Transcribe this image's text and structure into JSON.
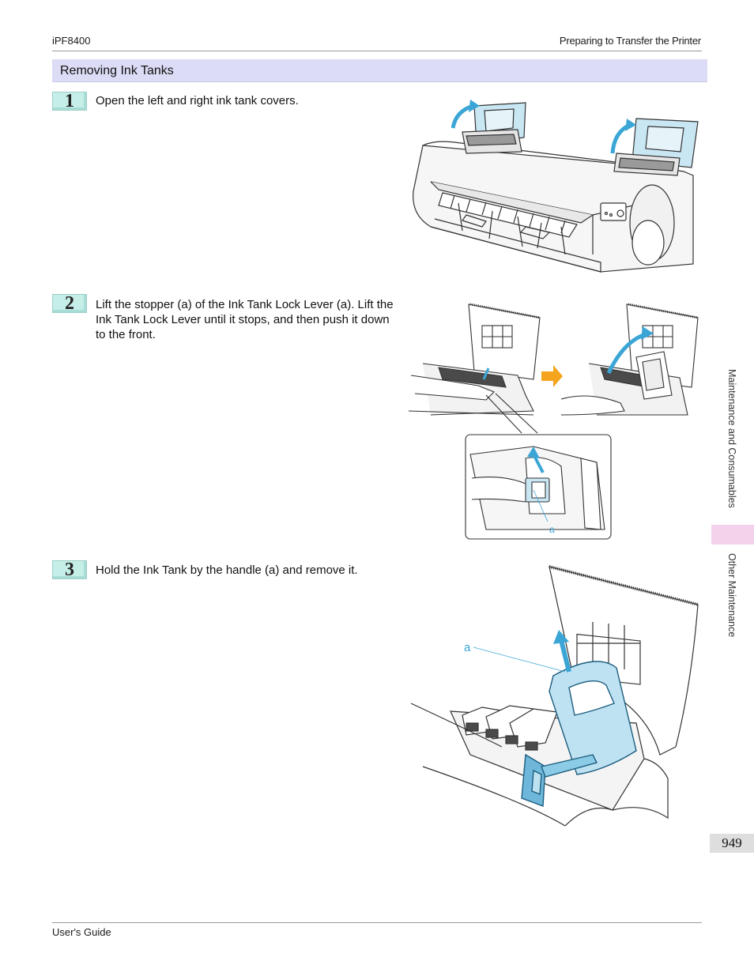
{
  "header": {
    "model": "iPF8400",
    "chapter": "Preparing to Transfer the Printer"
  },
  "section": {
    "title": "Removing Ink Tanks"
  },
  "steps": [
    {
      "number": "1",
      "text": "Open the left and right ink tank covers."
    },
    {
      "number": "2",
      "text": "Lift the stopper (a) of the Ink Tank Lock Lever (a). Lift the Ink Tank Lock Lever until it stops, and then push it down to the front."
    },
    {
      "number": "3",
      "text": "Hold the Ink Tank by the handle (a) and remove it."
    }
  ],
  "illustrations": {
    "step2_label": "a",
    "step3_label": "a"
  },
  "side_tabs": {
    "chapter": "Maintenance and Consumables",
    "section": "Other Maintenance"
  },
  "page_number": "949",
  "footer": {
    "title": "User's Guide"
  },
  "colors": {
    "section_bar": "#dcdcf6",
    "step_badge": "#c6eee8",
    "accent_blue": "#3ba6d6",
    "arrow_orange": "#f4a51d",
    "side_tab": "#f4d2ec",
    "page_box": "#dedede"
  }
}
